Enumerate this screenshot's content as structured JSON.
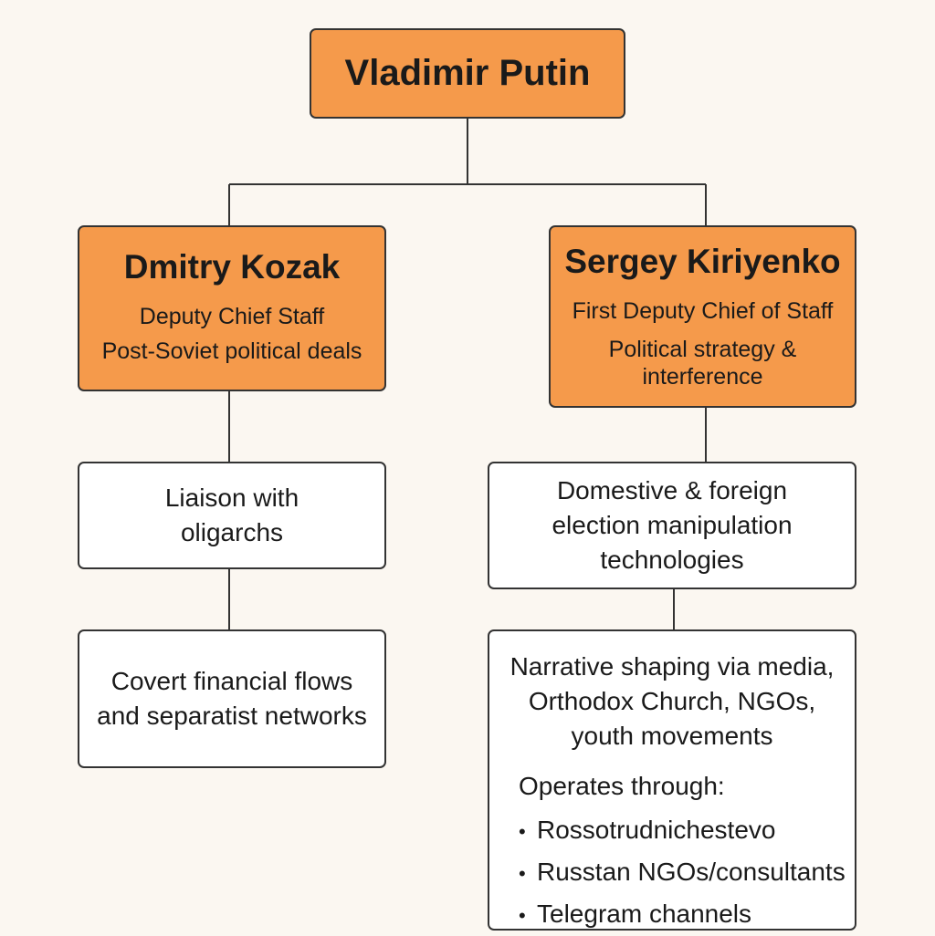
{
  "root": {
    "name": "Vladimir Putin"
  },
  "left_branch": {
    "head": {
      "name": "Dmitry Kozak",
      "role": "Deputy Chief Staff",
      "focus": "Post-Soviet political deals"
    },
    "level2": "Liaison with oligarchs",
    "level3": "Covert financial flows and separatist networks"
  },
  "right_branch": {
    "head": {
      "name": "Sergey Kiriyenko",
      "role": "First Deputy Chief of Staff",
      "focus": "Political strategy & interference"
    },
    "level2": "Domestive & foreign election manipulation technologies",
    "level3": {
      "text": "Narrative shaping via media, Orthodox Church, NGOs, youth movements",
      "operates_title": "Operates through:",
      "bullet_symbol": "•",
      "channels": [
        "Rossotrudnichestevo",
        "Russtan NGOs/consultants",
        "Telegram channels"
      ]
    }
  },
  "colors": {
    "background": "#fbf7f1",
    "orange_box": "#f59a4b",
    "white_box": "#ffffff",
    "border": "#333333"
  }
}
